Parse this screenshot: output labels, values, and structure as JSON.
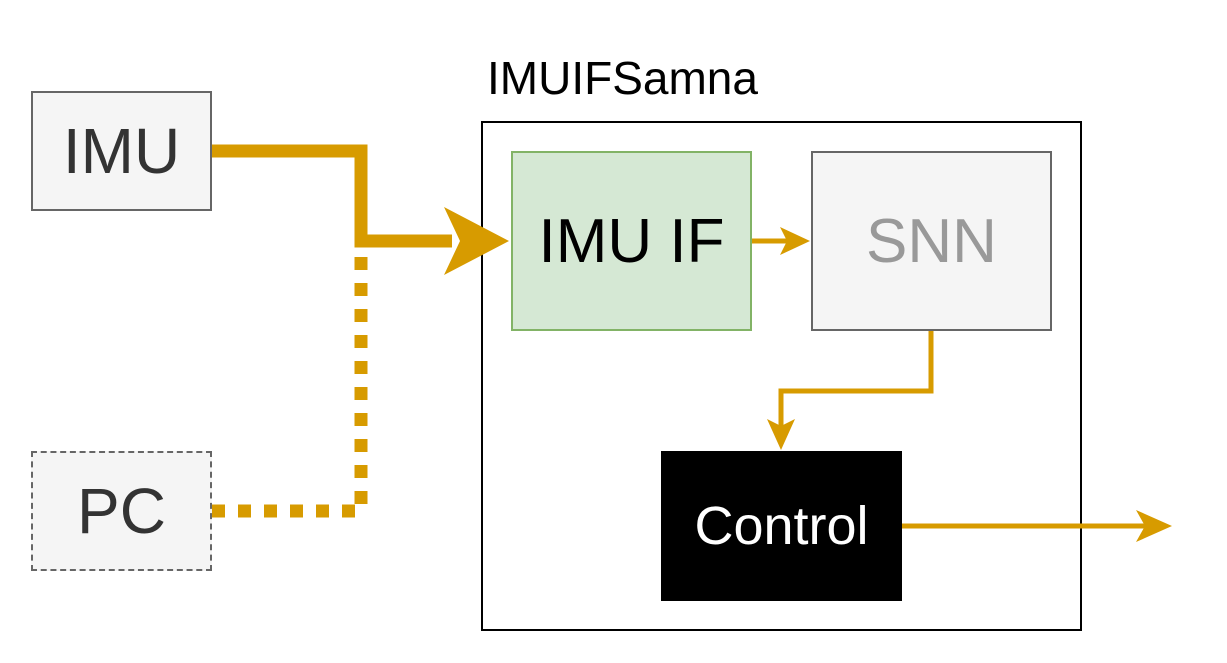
{
  "diagram": {
    "container_title": "IMUIFSamna",
    "nodes": {
      "imu": "IMU",
      "pc": "PC",
      "imu_if": "IMU IF",
      "snn": "SNN",
      "control": "Control"
    },
    "edges": [
      {
        "from": "IMU",
        "to": "IMU IF",
        "style": "solid-thick"
      },
      {
        "from": "PC",
        "to": "IMU IF",
        "style": "dotted-thick"
      },
      {
        "from": "IMU IF",
        "to": "SNN",
        "style": "solid"
      },
      {
        "from": "SNN",
        "to": "Control",
        "style": "solid"
      },
      {
        "from": "Control",
        "to": "output",
        "style": "solid"
      }
    ],
    "colors": {
      "wire": "#d79b00",
      "imu_if_fill": "#d5e8d4",
      "imu_if_stroke": "#82b366",
      "node_fill": "#f5f5f5",
      "node_stroke": "#666666",
      "snn_text": "#999999",
      "control_fill": "#000000",
      "control_text": "#ffffff"
    }
  }
}
